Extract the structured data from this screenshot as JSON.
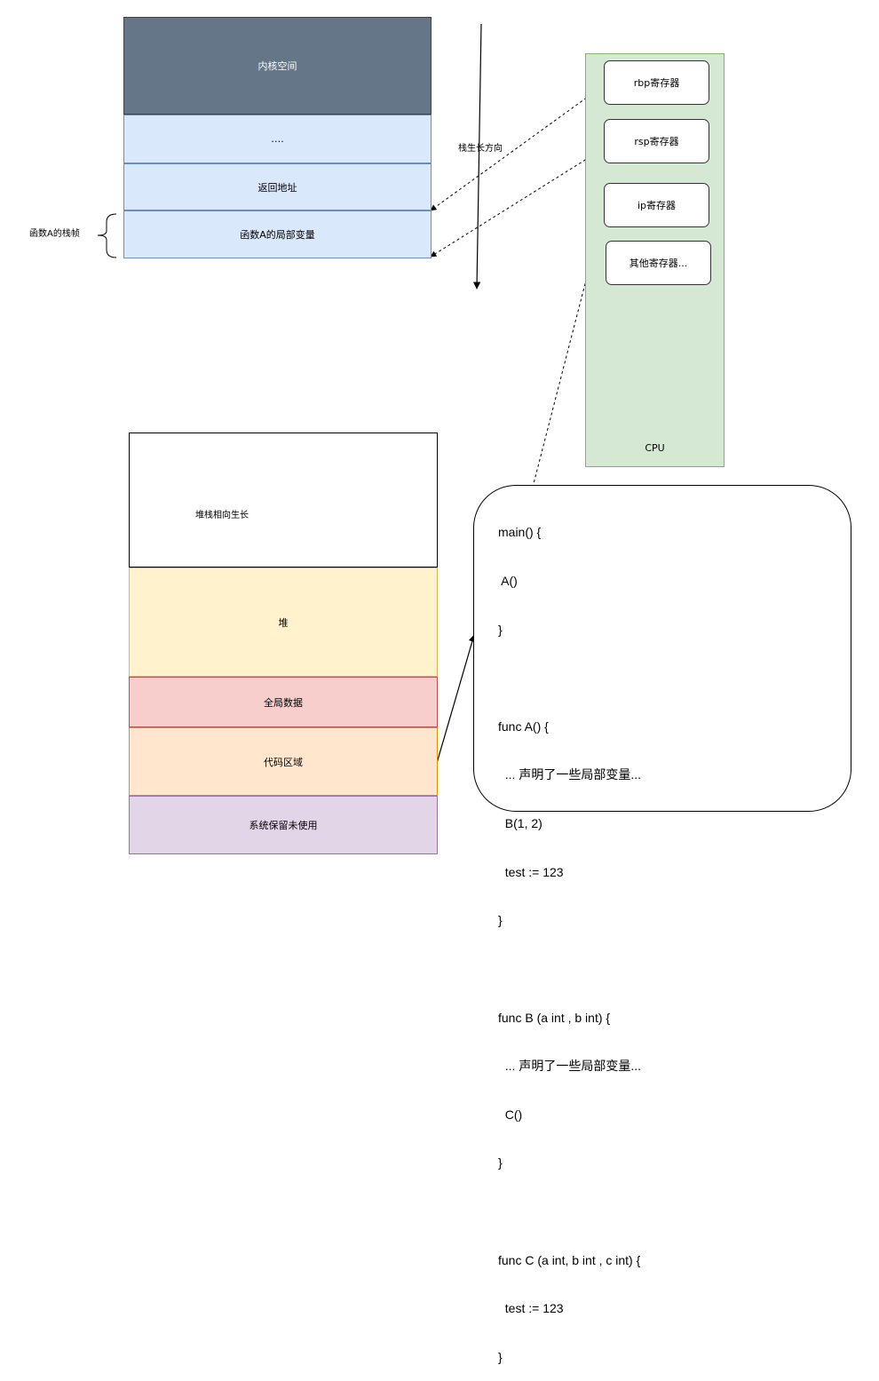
{
  "stack": {
    "kernel": "内核空间",
    "dots": "….",
    "return_addr": "返回地址",
    "locals_a": "函数A的局部变量",
    "frame_label": "函数A的栈帧",
    "growth": "栈生长方向"
  },
  "cpu": {
    "label": "CPU",
    "rbp": "rbp寄存器",
    "rsp": "rsp寄存器",
    "ip": "ip寄存器",
    "other": "其他寄存器..."
  },
  "memory": {
    "growth": "堆栈相向生长",
    "heap": "堆",
    "global": "全局数据",
    "code": "代码区域",
    "reserved": "系统保留未使用"
  },
  "code_lines": [
    "main() {",
    " A()",
    "}",
    "",
    "func A() {",
    "  ... 声明了一些局部变量...",
    "  B(1, 2)",
    "  test := 123",
    "}",
    "",
    "func B (a int , b int) {",
    "  ... 声明了一些局部变量...",
    "  C()",
    "}",
    "",
    "func C (a int, b int , c int) {",
    "  test := 123",
    "}"
  ],
  "colors": {
    "kernel_fill": "#647687",
    "stack_fill": "#dae8fc",
    "stack_stroke": "#6c8ebf",
    "cpu_fill": "#d5e8d4",
    "cpu_stroke": "#82b366",
    "heap_fill": "#fff2cc",
    "global_fill": "#f8cecc",
    "code_fill": "#ffe6cc",
    "reserved_fill": "#e1d5e7"
  }
}
